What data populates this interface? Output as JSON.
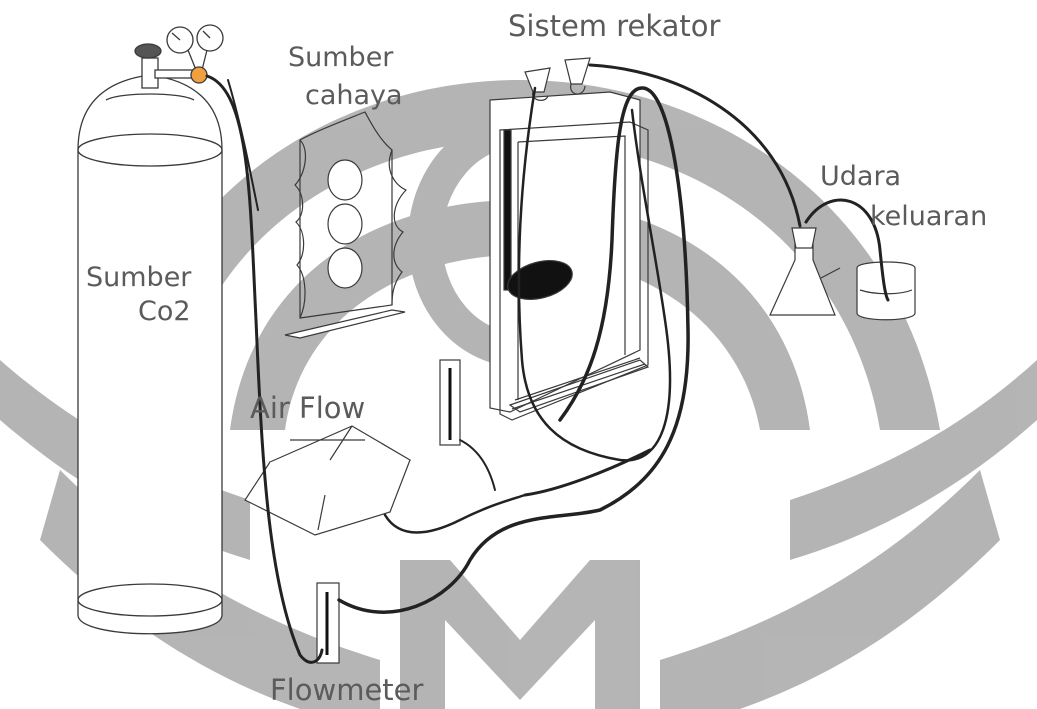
{
  "labels": {
    "sistem_reaktor": "Sistem rekator",
    "sumber_cahaya_line1": "Sumber",
    "sumber_cahaya_line2": "cahaya",
    "udara_line1": "Udara",
    "udara_line2": "keluaran",
    "sumber_co2_line1": "Sumber",
    "sumber_co2_line2": "Co2",
    "air_flow": "Air Flow",
    "flowmeter": "Flowmeter"
  },
  "colors": {
    "watermark": "#a8a8a8",
    "tube": "#222222",
    "outline": "#3a3a3a",
    "label": "#5b5b5b",
    "valve": "#f0a040"
  }
}
